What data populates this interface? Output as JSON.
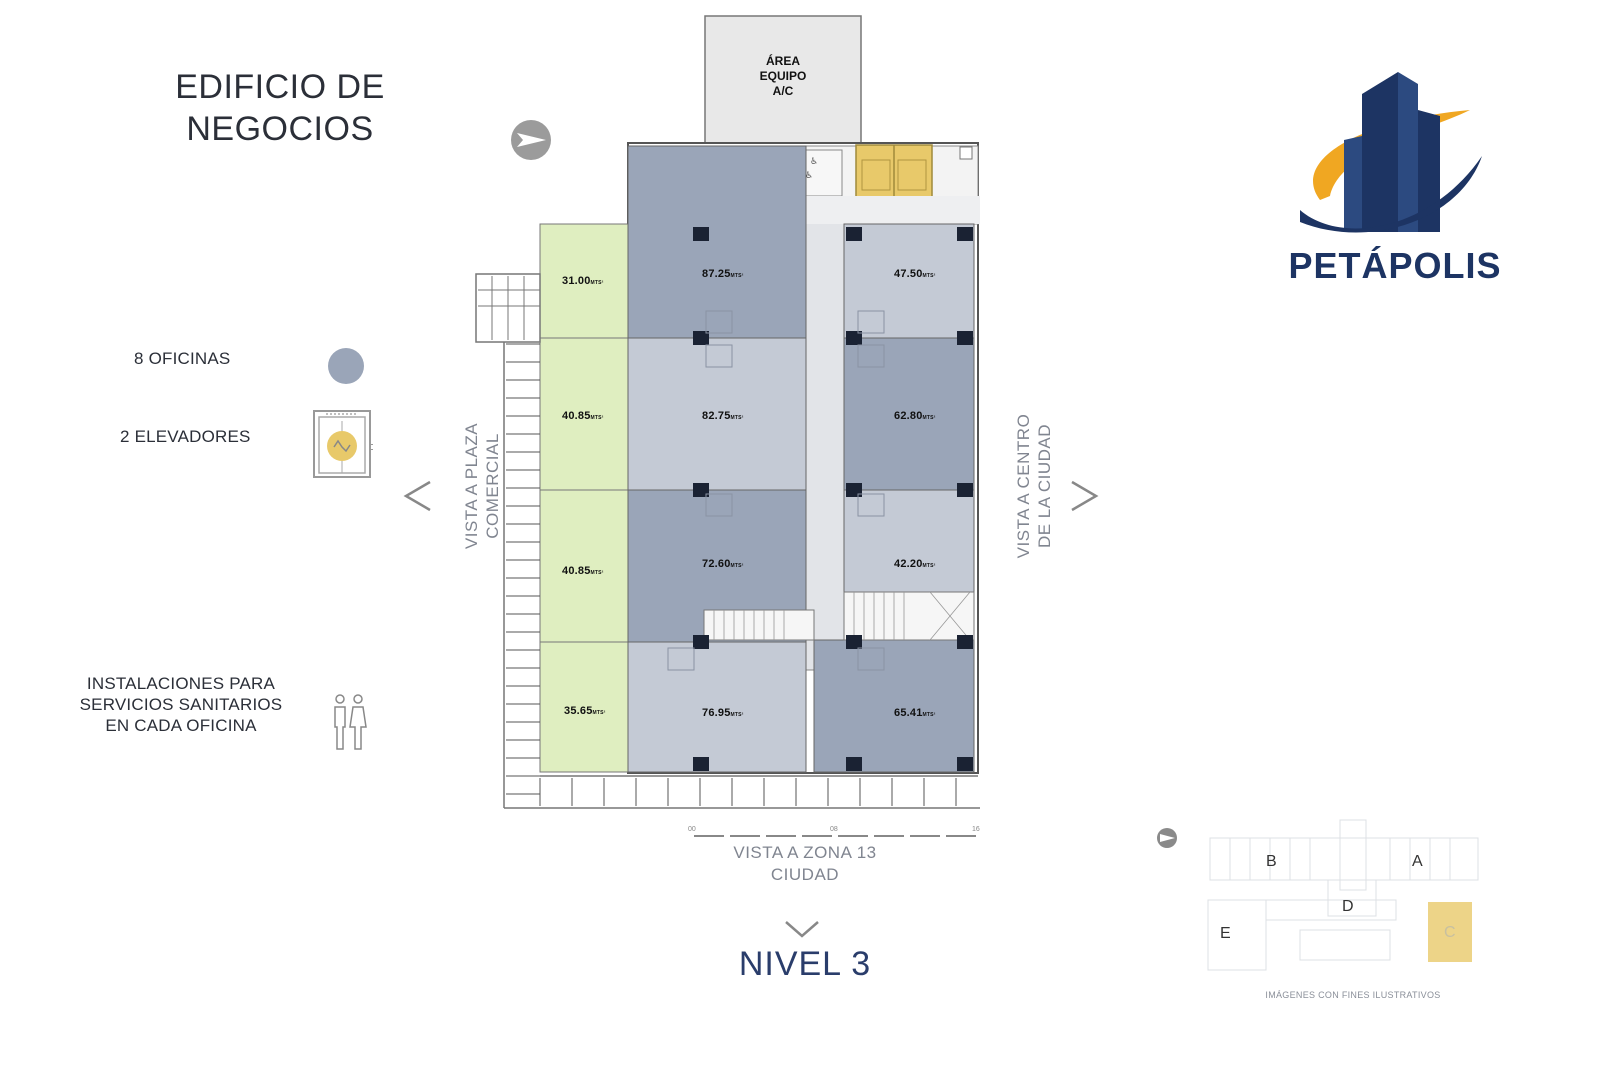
{
  "title": {
    "line1": "EDIFICIO DE",
    "line2": "NEGOCIOS"
  },
  "legend": {
    "offices": "8 OFICINAS",
    "elevators": "2 ELEVADORES",
    "sanitary": [
      "INSTALACIONES PARA",
      "SERVICIOS SANITARIOS",
      "EN CADA OFICINA"
    ]
  },
  "plan": {
    "ac_area": [
      "ÁREA",
      "EQUIPO",
      "A/C"
    ],
    "units": [
      {
        "area": "31.00",
        "unit": "MTS²",
        "type": "commercial"
      },
      {
        "area": "40.85",
        "unit": "MTS²",
        "type": "commercial"
      },
      {
        "area": "40.85",
        "unit": "MTS²",
        "type": "commercial"
      },
      {
        "area": "35.65",
        "unit": "MTS²",
        "type": "commercial"
      },
      {
        "area": "87.25",
        "unit": "MTS²",
        "type": "office-dark"
      },
      {
        "area": "82.75",
        "unit": "MTS²",
        "type": "office-light"
      },
      {
        "area": "72.60",
        "unit": "MTS²",
        "type": "office-dark"
      },
      {
        "area": "76.95",
        "unit": "MTS²",
        "type": "office-light"
      },
      {
        "area": "47.50",
        "unit": "MTS²",
        "type": "office-light"
      },
      {
        "area": "62.80",
        "unit": "MTS²",
        "type": "office-dark"
      },
      {
        "area": "42.20",
        "unit": "MTS²",
        "type": "office-light"
      },
      {
        "area": "65.41",
        "unit": "MTS²",
        "type": "office-dark"
      }
    ],
    "scale": [
      "00",
      "08",
      "16"
    ]
  },
  "views": {
    "left": [
      "VISTA A PLAZA",
      "COMERCIAL"
    ],
    "right": [
      "VISTA A CENTRO",
      "DE LA CIUDAD"
    ],
    "bottom": [
      "VISTA A ZONA 13",
      "CIUDAD"
    ]
  },
  "level": "NIVEL 3",
  "logo": {
    "name": "PETÁPOLIS"
  },
  "key_plan": {
    "letters": [
      "A",
      "B",
      "C",
      "D",
      "E"
    ]
  },
  "disclaimer": "IMÁGENES CON FINES ILUSTRATIVOS",
  "colors": {
    "office_dark": "#9aa5b8",
    "office_light": "#c4cad5",
    "commercial": "#dfeec0",
    "elevator": "#e8c96a",
    "brand_navy": "#1d3463",
    "brand_gold": "#f0a722",
    "ac_area": "#e8e8e8"
  }
}
